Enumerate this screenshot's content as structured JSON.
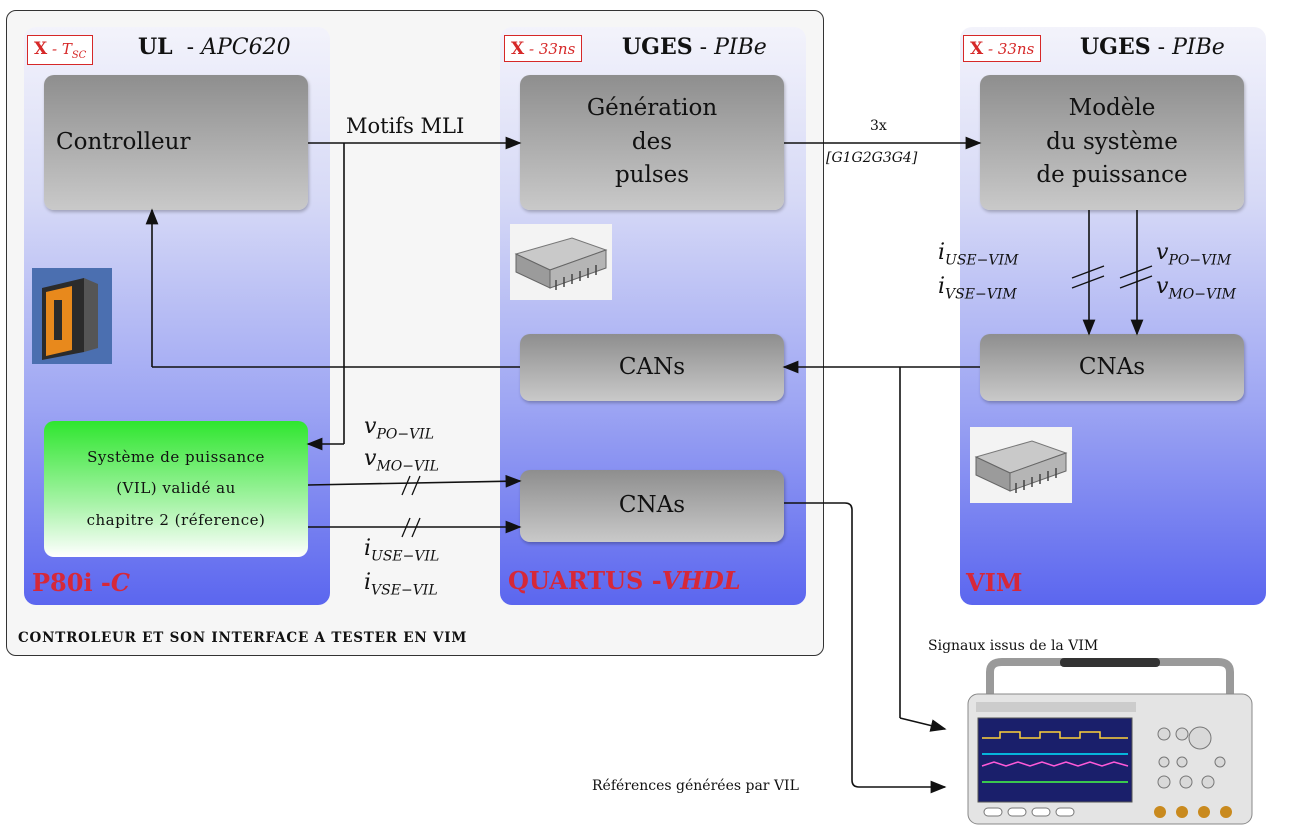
{
  "outer_caption": "CONTROLEUR ET SON INTERFACE A TESTER EN VIM",
  "col_ul": {
    "badge_x": "X",
    "badge_rest": "- T",
    "badge_sub": "SC",
    "unit_bold": "UL",
    "unit_sep": "-",
    "unit_italic": "APC620",
    "footer_a": "P80i -",
    "footer_b": "C"
  },
  "col_uges1": {
    "badge_x": "X",
    "badge_rest": "- 33ns",
    "unit_bold": "UGES",
    "unit_sep": "-",
    "unit_italic": "PIBe",
    "footer_a": "QUARTUS -",
    "footer_b": "VHDL"
  },
  "col_uges2": {
    "badge_x": "X",
    "badge_rest": "- 33ns",
    "unit_bold": "UGES",
    "unit_sep": "-",
    "unit_italic": "PIBe",
    "footer_a": "VIM"
  },
  "blocks": {
    "controleur": "Controlleur",
    "generation": "Génération\ndes\npulses",
    "modele": "Modèle\ndu système\nde puissance",
    "cans": "CANs",
    "cnas_vim": "CNAs",
    "cnas_uges": "CNAs",
    "vil": "Système de puissance\n(VIL) validé au\nchapitre 2 (réference)"
  },
  "labels": {
    "motifs": "Motifs MLI",
    "three_x": "3x",
    "gates": "[G1G2G3G4]",
    "signaux": "Signaux issus de la VIM",
    "references": "Références générées par VIL"
  },
  "math": {
    "i_use_vim": "USE−VIM",
    "i_vse_vim": "VSE−VIM",
    "v_po_vim": "PO−VIM",
    "v_mo_vim": "MO−VIM",
    "v_po_vil": "PO−VIL",
    "v_mo_vil": "MO−VIL",
    "i_use_vil": "USE−VIL",
    "i_vse_vil": "VSE−VIL"
  },
  "colors": {
    "accent_red": "#d62839",
    "column_blue": "#5b66ef",
    "block_green": "#2fe62f"
  }
}
